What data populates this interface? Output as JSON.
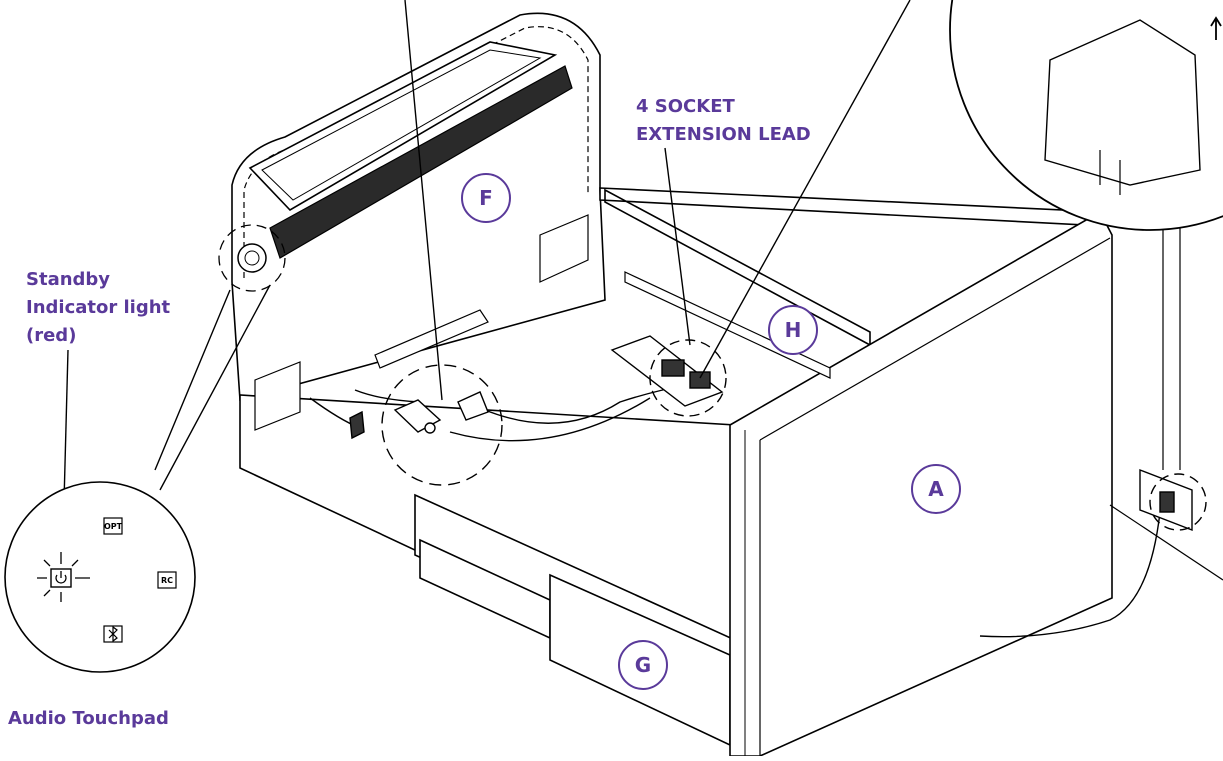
{
  "labels": {
    "socket_line1": "4 SOCKET",
    "socket_line2": "EXTENSION LEAD",
    "standby_line1": "Standby",
    "standby_line2": "Indicator light",
    "standby_line3": "(red)",
    "touchpad": "Audio Touchpad"
  },
  "circle_labels": {
    "F": "F",
    "H": "H",
    "A": "A",
    "G": "G"
  },
  "touchpad_buttons": {
    "opt": "OPT",
    "rc": "RC"
  },
  "icons": [
    "power-icon",
    "bluetooth-icon"
  ],
  "colors": {
    "label": "#5a3a9a",
    "line": "#000000"
  }
}
